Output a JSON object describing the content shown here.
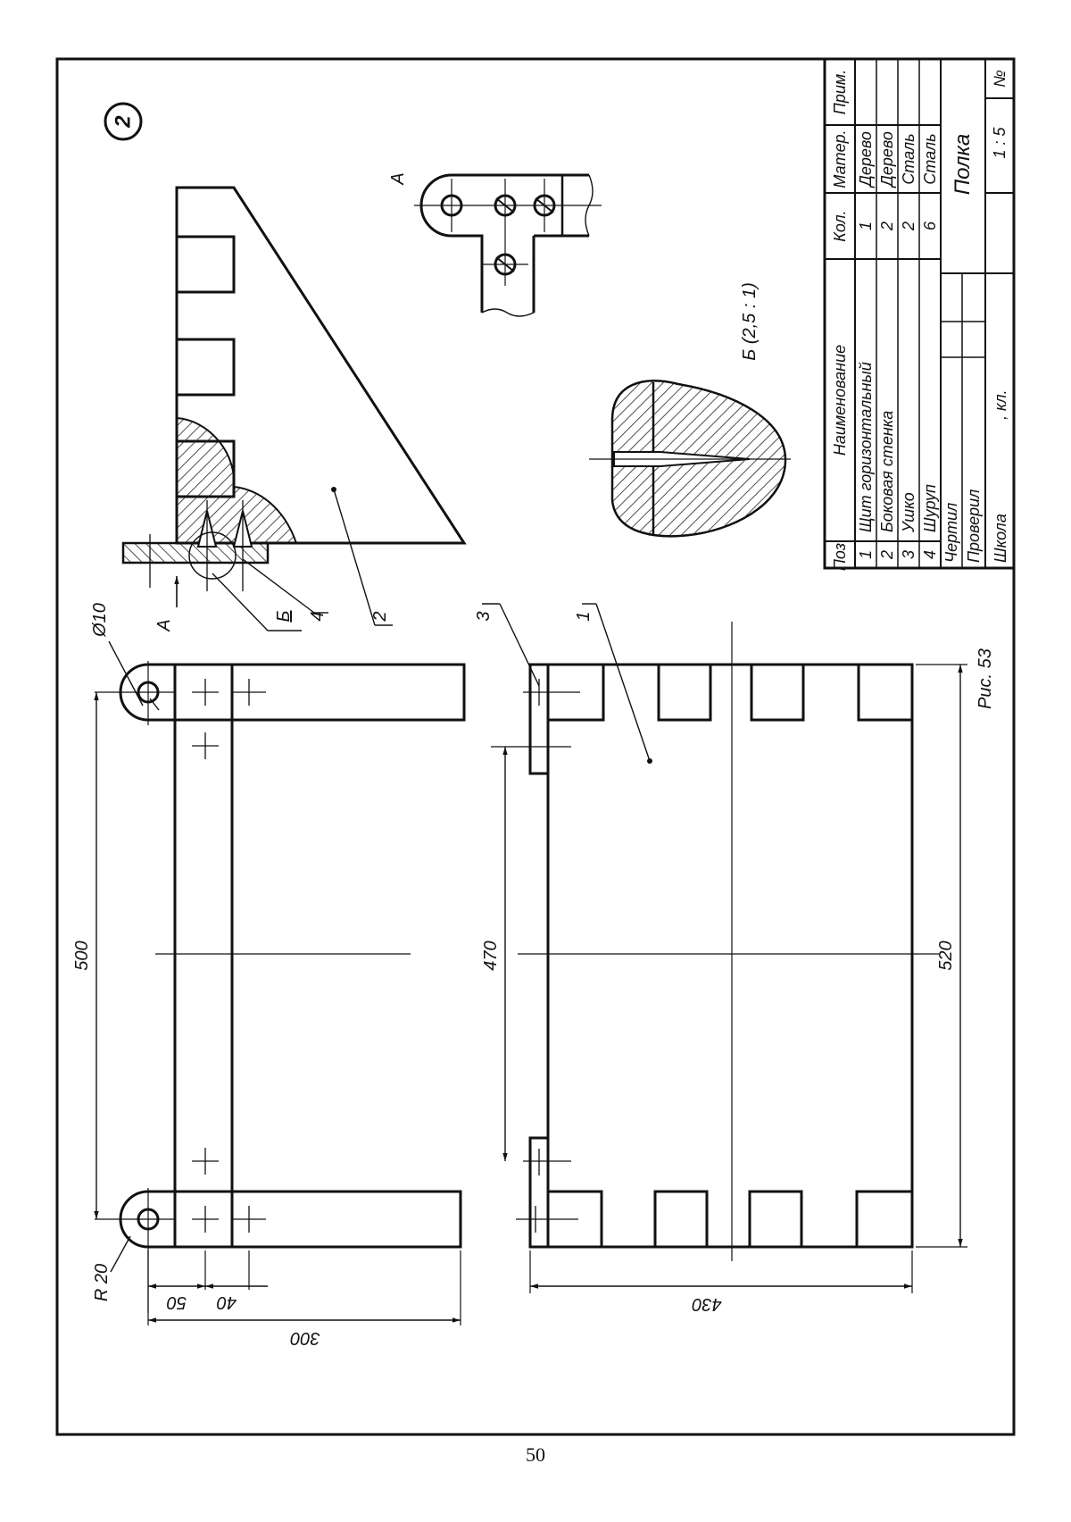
{
  "sheet_number": "2",
  "dimensions": {
    "d500": "500",
    "d470": "470",
    "d520": "520",
    "d430": "430",
    "d300": "300",
    "d50": "50",
    "d40": "40",
    "dia10": "Ø10",
    "r20": "R 20"
  },
  "callouts": {
    "c1": "1",
    "c2": "2",
    "c3": "3",
    "c4": "4",
    "cB": "Б",
    "cA_arrow": "А",
    "cA_view": "А"
  },
  "detail_label": "Б (2,5 : 1)",
  "figure_caption": "Рис. 53",
  "page_number": "50",
  "title_block": {
    "headers": {
      "pos": "Поз.",
      "name": "Наименование",
      "qty": "Кол.",
      "material": "Матер.",
      "note": "Прим."
    },
    "rows": [
      {
        "pos": "1",
        "name": "Щит горизонтальный",
        "qty": "1",
        "material": "Дерево"
      },
      {
        "pos": "2",
        "name": "Боковая стенка",
        "qty": "2",
        "material": "Дерево"
      },
      {
        "pos": "3",
        "name": "Ушко",
        "qty": "2",
        "material": "Сталь"
      },
      {
        "pos": "4",
        "name": "Шуруп",
        "qty": "6",
        "material": "Сталь"
      }
    ],
    "drawn": "Чертил",
    "checked": "Проверил",
    "school": "Школа",
    "class_suffix": ", кл.",
    "title": "Полка",
    "scale": "1 : 5",
    "number_label": "№"
  }
}
